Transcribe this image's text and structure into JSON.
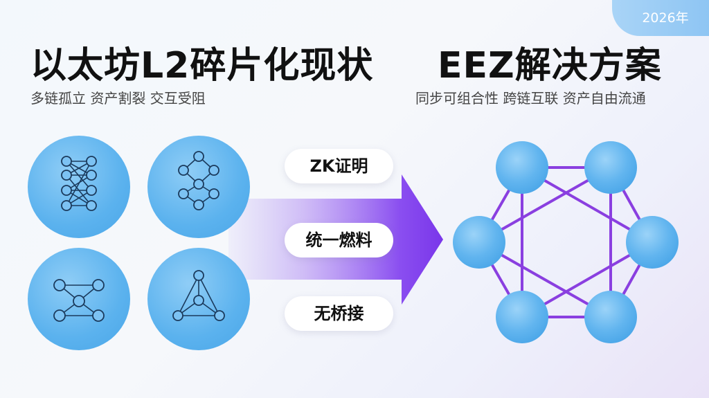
{
  "badge": {
    "year": "2026年"
  },
  "left": {
    "title": "以太坊L2碎片化现状",
    "subtitle": "多链孤立 资产割裂 交互受阻"
  },
  "right": {
    "title": "EEZ解决方案",
    "subtitle": "同步可组合性 跨链互联 资产自由流通"
  },
  "features": [
    {
      "label": "ZK证明"
    },
    {
      "label": "统一燃料"
    },
    {
      "label": "无桥接"
    }
  ],
  "colors": {
    "node_blue": "#5bb2ee",
    "link_purple": "#8a3fe0",
    "arrow_purple": "#7d3bec",
    "badge_blue": "#8ec5f3"
  }
}
